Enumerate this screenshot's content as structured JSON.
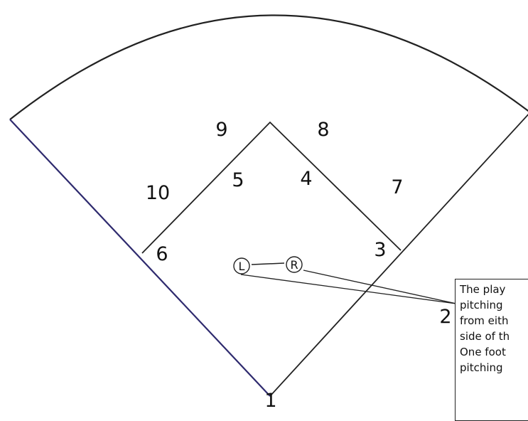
{
  "positions": {
    "p1": "1",
    "p2": "2",
    "p3": "3",
    "p4": "4",
    "p5": "5",
    "p6": "6",
    "p7": "7",
    "p8": "8",
    "p9": "9",
    "p10": "10"
  },
  "pitcher_feet": {
    "left": "L",
    "right": "R"
  },
  "callout": {
    "lines": [
      "The play",
      "pitching",
      "from eith",
      "side of th",
      "One foot",
      "pitching"
    ]
  },
  "colors": {
    "left_foul_line": "#2e2a6e",
    "lines": "#222222"
  }
}
